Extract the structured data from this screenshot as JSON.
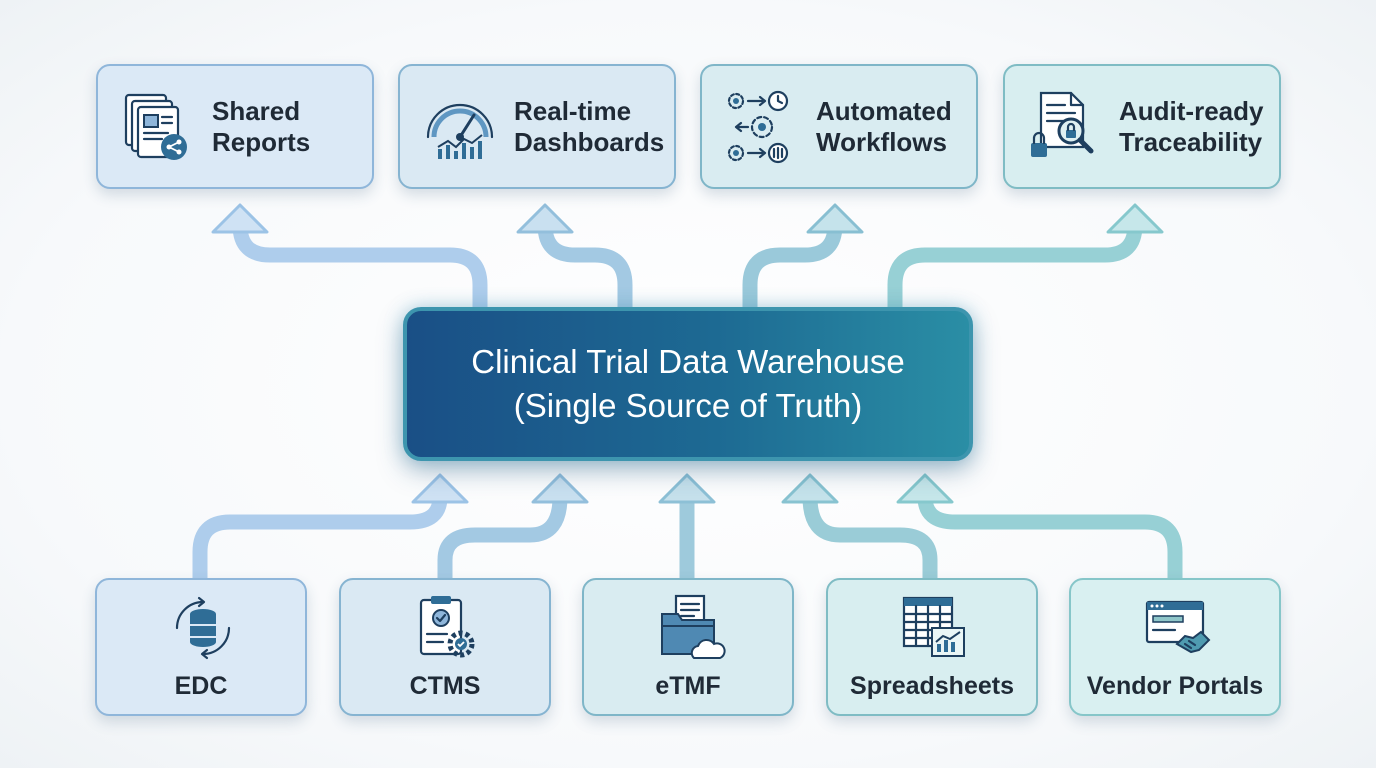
{
  "hub": {
    "title_line1": "Clinical Trial Data Warehouse",
    "title_line2": "(Single Source of Truth)"
  },
  "outputs": [
    {
      "label": "Shared\nReports",
      "icon": "shared-reports-icon"
    },
    {
      "label": "Real-time\nDashboards",
      "icon": "dashboard-gauge-icon"
    },
    {
      "label": "Automated\nWorkflows",
      "icon": "workflow-gears-icon"
    },
    {
      "label": "Audit-ready\nTraceability",
      "icon": "audit-document-lock-icon"
    }
  ],
  "sources": [
    {
      "label": "EDC",
      "icon": "database-sync-icon"
    },
    {
      "label": "CTMS",
      "icon": "clipboard-gear-icon"
    },
    {
      "label": "eTMF",
      "icon": "folder-cloud-icon"
    },
    {
      "label": "Spreadsheets",
      "icon": "spreadsheet-chart-icon"
    },
    {
      "label": "Vendor Portals",
      "icon": "browser-handshake-icon"
    }
  ],
  "colors": {
    "hub_start": "#1a4f86",
    "hub_end": "#2a8ea5",
    "arrow_blue": "#9cc3e6",
    "arrow_teal": "#8fcfd1",
    "label_text": "#1f2a36"
  }
}
